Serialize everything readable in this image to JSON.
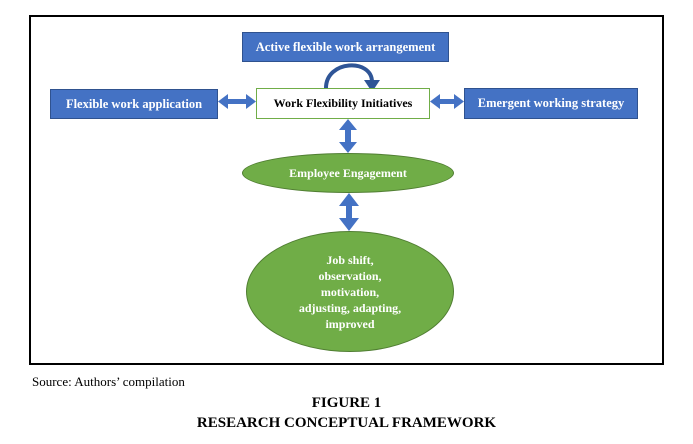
{
  "diagram": {
    "nodes": {
      "active": "Active flexible work arrangement",
      "application": "Flexible work application",
      "initiatives": "Work Flexibility Initiatives",
      "emergent": "Emergent working strategy",
      "engagement": "Employee Engagement",
      "outcomes": [
        "Job shift,",
        "observation,",
        "motivation,",
        "adjusting, adapting,",
        "improved"
      ]
    },
    "colors": {
      "box_blue": "#4472c4",
      "ellipse_green": "#70ad47",
      "arrow_blue": "#4472c4"
    }
  },
  "source": "Source: Authors’ compilation",
  "figure": {
    "number": "FIGURE 1",
    "title": "RESEARCH CONCEPTUAL FRAMEWORK"
  }
}
